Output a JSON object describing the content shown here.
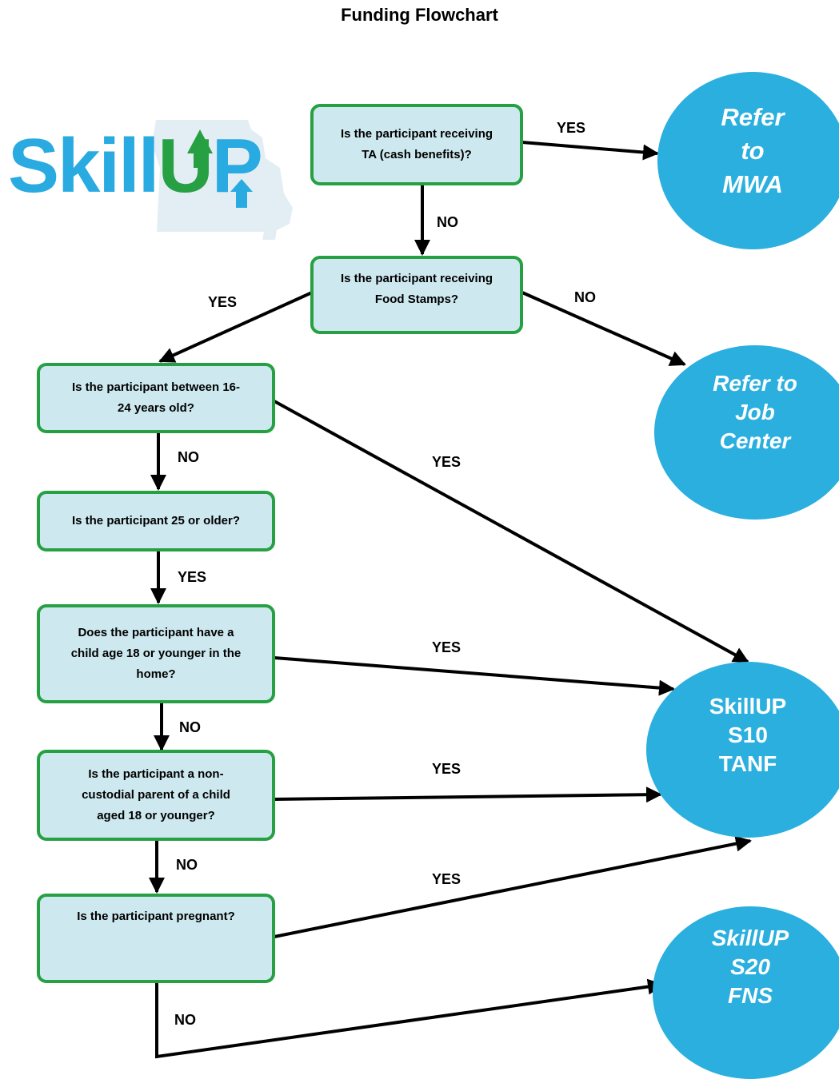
{
  "title": "Funding Flowchart",
  "logo": {
    "text": "SkillUP",
    "icon": "missouri-state-outline-with-arrow"
  },
  "colors": {
    "box_fill": "#cde9ef",
    "box_border": "#27a043",
    "circle_fill": "#2aafdf",
    "logo_blue": "#29abe2",
    "logo_green": "#27a043"
  },
  "boxes": {
    "ta": [
      "Is the participant receiving",
      "TA (cash benefits)?"
    ],
    "food": [
      "Is the participant receiving",
      "Food Stamps?"
    ],
    "age16": [
      "Is the participant between 16-",
      "24 years old?"
    ],
    "age25": [
      "Is the participant 25 or older?"
    ],
    "child": [
      "Does the participant have a",
      "child age 18 or younger in the",
      "home?"
    ],
    "noncust": [
      "Is the participant a non-",
      "custodial parent of a child",
      "aged 18 or younger?"
    ],
    "pregnant": [
      "Is the participant pregnant?"
    ]
  },
  "circles": {
    "mwa": [
      "Refer",
      "to",
      "MWA"
    ],
    "job": [
      "Refer to",
      "Job",
      "Center"
    ],
    "tanf": [
      "SkillUP",
      "S10",
      "TANF"
    ],
    "fns": [
      "SkillUP",
      "S20",
      "FNS"
    ]
  },
  "labels": {
    "ta_yes": "YES",
    "ta_no": "NO",
    "food_yes": "YES",
    "food_no": "NO",
    "age16_no": "NO",
    "age16_yes": "YES",
    "age25_yes": "YES",
    "child_yes": "YES",
    "child_no": "NO",
    "noncust_yes": "YES",
    "noncust_no": "NO",
    "pregnant_yes": "YES",
    "pregnant_no": "NO"
  }
}
